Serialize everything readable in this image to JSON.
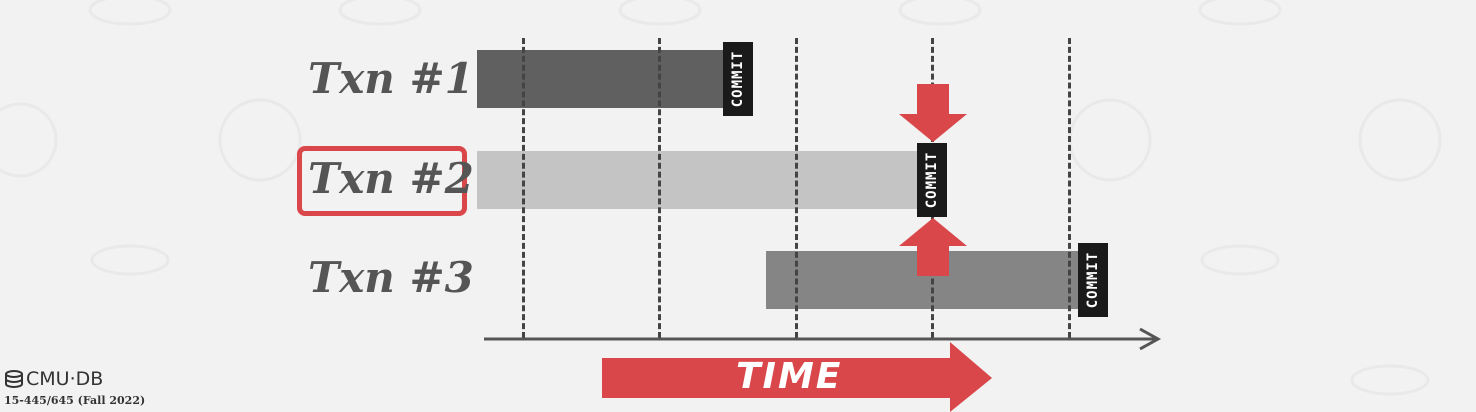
{
  "transactions": [
    {
      "label": "Txn #1",
      "commit": "COMMIT",
      "color": "#606060"
    },
    {
      "label": "Txn #2",
      "commit": "COMMIT",
      "color": "#c4c4c4",
      "highlighted": true
    },
    {
      "label": "Txn #3",
      "commit": "COMMIT",
      "color": "#858585"
    }
  ],
  "axis": {
    "label": "TIME"
  },
  "footer": {
    "logo": "CMU·DB",
    "course": "15-445/645 (Fall 2022)"
  },
  "colors": {
    "accent": "#d9474a",
    "commit_tag": "#1a1a1a",
    "axis": "#555555"
  }
}
